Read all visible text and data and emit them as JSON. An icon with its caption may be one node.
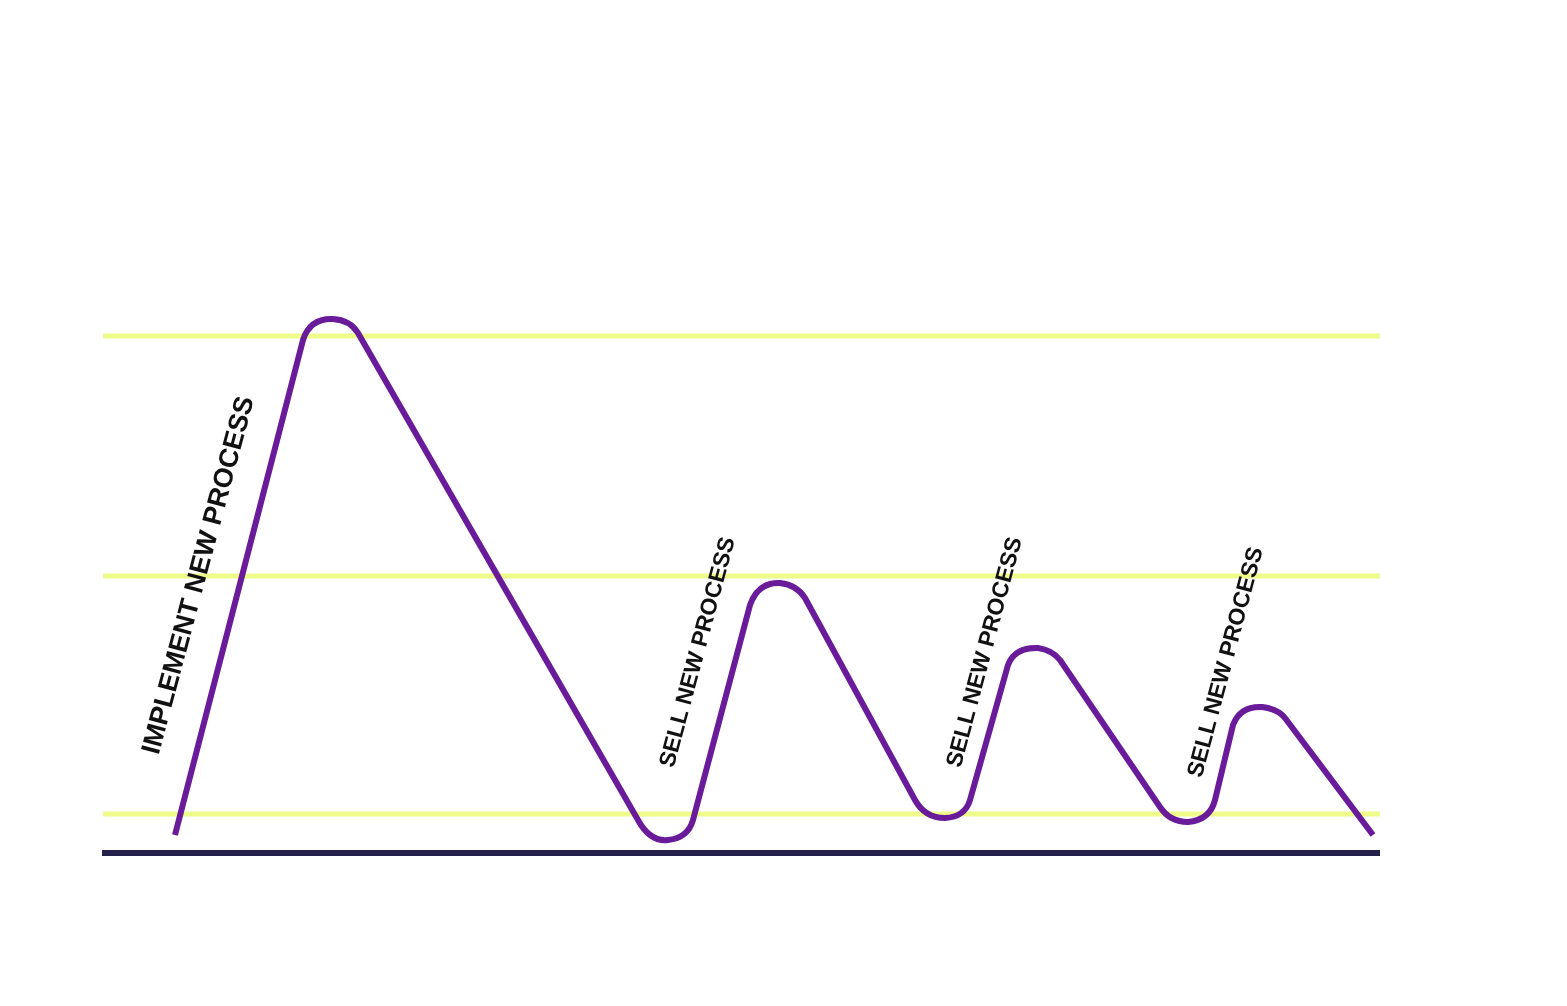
{
  "diagram": {
    "labels": [
      "IMPLEMENT NEW PROCESS",
      "SELL NEW PROCESS",
      "SELL NEW PROCESS",
      "SELL NEW PROCESS"
    ]
  }
}
